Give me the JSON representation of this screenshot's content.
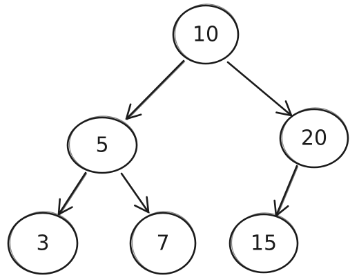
{
  "tree": {
    "nodes": [
      {
        "id": "n10",
        "label": "10"
      },
      {
        "id": "n5",
        "label": "5"
      },
      {
        "id": "n20",
        "label": "20"
      },
      {
        "id": "n3",
        "label": "3"
      },
      {
        "id": "n7",
        "label": "7"
      },
      {
        "id": "n15",
        "label": "15"
      }
    ],
    "edges": [
      {
        "from": "n10",
        "to": "n5"
      },
      {
        "from": "n10",
        "to": "n20"
      },
      {
        "from": "n5",
        "to": "n3"
      },
      {
        "from": "n5",
        "to": "n7"
      },
      {
        "from": "n20",
        "to": "n15"
      }
    ]
  },
  "colors": {
    "stroke": "#1b1b1b",
    "background": "#ffffff"
  }
}
